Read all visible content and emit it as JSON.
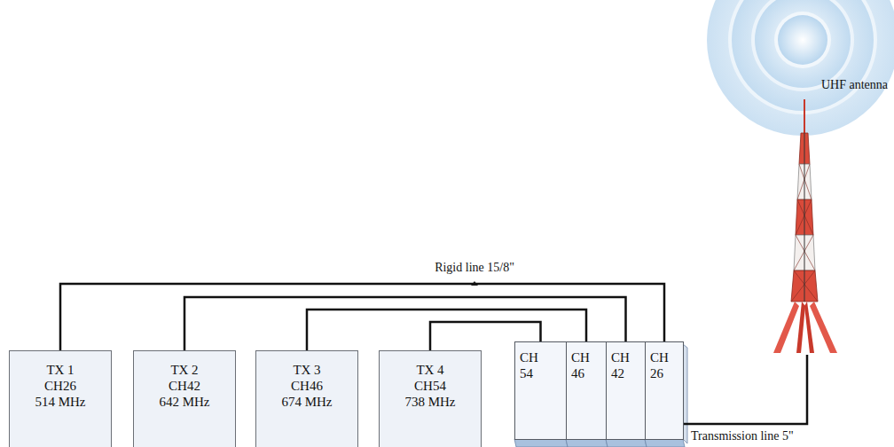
{
  "diagram": {
    "nodes": [
      {
        "text": [
          "TX 1",
          "CH26",
          "514 MHz"
        ]
      },
      {
        "text": [
          "TX 2",
          "CH42",
          "642 MHz"
        ]
      },
      {
        "text": [
          "TX 3",
          "CH46",
          "674 MHz"
        ]
      },
      {
        "text": [
          "TX 4",
          "CH54",
          "738 MHz"
        ]
      },
      {
        "text": [
          "CH 54"
        ]
      },
      {
        "text": [
          "CH 46"
        ]
      },
      {
        "text": [
          "CH 42"
        ]
      },
      {
        "text": [
          "CH 26"
        ]
      },
      {
        "text": [
          "UHF antenna"
        ]
      }
    ],
    "edges": [
      {
        "from": 0,
        "to": 7,
        "arrow": "none",
        "label": "Rigid line 15/8\""
      },
      {
        "from": 1,
        "to": 6,
        "arrow": "none"
      },
      {
        "from": 2,
        "to": 5,
        "arrow": "none"
      },
      {
        "from": 3,
        "to": 4,
        "arrow": "none"
      },
      {
        "from": 7,
        "to": 8,
        "arrow": "none",
        "label": "Transmission line 5\""
      }
    ]
  }
}
